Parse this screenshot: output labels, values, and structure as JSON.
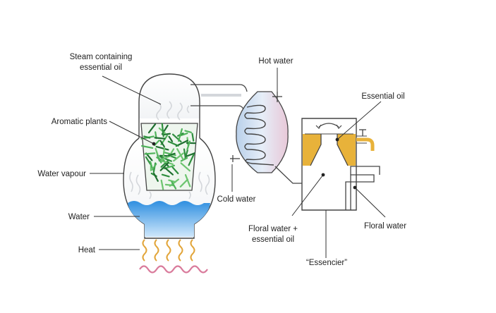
{
  "labels": {
    "steam_line1": "Steam containing",
    "steam_line2": "essential oil",
    "aromatic_plants": "Aromatic plants",
    "water_vapour": "Water vapour",
    "water": "Water",
    "heat": "Heat",
    "hot_water": "Hot water",
    "cold_water": "Cold water",
    "essential_oil": "Essential oil",
    "floral_mix_line1": "Floral water +",
    "floral_mix_line2": "essential oil",
    "floral_water": "Floral water",
    "essencier": "“Essencier”"
  },
  "colors": {
    "water": "#3da2e6",
    "oil": "#e8b23a",
    "leaves": "#3aa24a",
    "heat": "#e2a53a",
    "heat_wave": "#d97a9b",
    "condenser": "#c8d9ec",
    "outline": "#444444"
  }
}
